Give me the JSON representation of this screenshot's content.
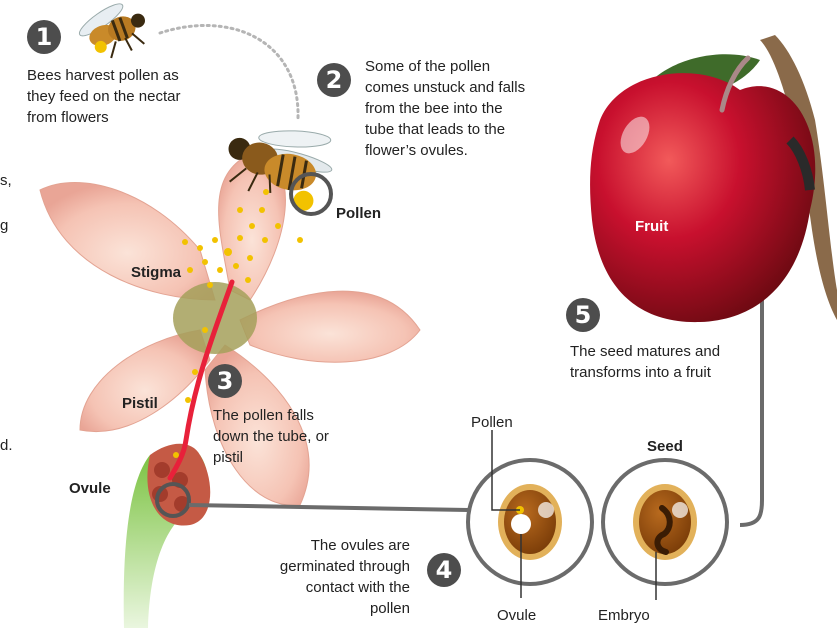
{
  "steps": {
    "s1": {
      "badge": "1",
      "text": "Bees harvest pollen as they feed on the nectar from flowers"
    },
    "s2": {
      "badge": "2",
      "text": "Some of the pollen comes unstuck and falls from the bee into the tube that leads to the flower’s ovules."
    },
    "s3": {
      "badge": "3",
      "text": "The pollen falls down the tube, or pistil"
    },
    "s4": {
      "badge": "4",
      "text": "The ovules are germinated through contact with the pollen"
    },
    "s5": {
      "badge": "5",
      "text": "The seed matures and transforms into a fruit"
    }
  },
  "labels": {
    "pollen": "Pollen",
    "stigma": "Stigma",
    "pistil": "Pistil",
    "ovule": "Ovule",
    "fruit": "Fruit",
    "seed": "Seed",
    "circle_pollen": "Pollen",
    "circle_ovule": "Ovule",
    "embryo": "Embryo"
  },
  "edge_fragments": [
    "s,",
    "g",
    "d."
  ],
  "colors": {
    "badge": "#4d4d4d",
    "petal": "#f6cdbf",
    "pistil": "#e8213a",
    "stem": "#7cc343",
    "apple": "#c8102e",
    "pollen": "#f2c200",
    "seed": "#8a4a10",
    "connector": "#6b6b6b"
  }
}
